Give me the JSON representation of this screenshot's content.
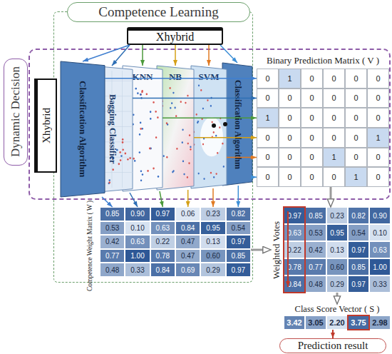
{
  "diagram": {
    "nodes": [
      {
        "text": [
          "Competence Learning"
        ]
      },
      {
        "text": [
          "Dynamic Decision"
        ]
      },
      {
        "text": [
          "Xhybrid"
        ],
        "in": 0
      },
      {
        "text": [
          "Xhybrid"
        ],
        "in": 1
      },
      {
        "text": [
          "Classification Algorithm"
        ],
        "in": 1
      },
      {
        "text": [
          "Bagging Classifier"
        ],
        "in": 1
      },
      {
        "text": [
          "KNN"
        ],
        "in": 1
      },
      {
        "text": [
          "NB"
        ],
        "in": 1
      },
      {
        "text": [
          "SVM"
        ],
        "in": 1
      },
      {
        "text": [
          "Classification Algorithm"
        ],
        "in": 1
      },
      {
        "text": [
          "Binary Prediction Matrix ( V )"
        ],
        "in": 1
      },
      {
        "text": [
          "Competence Weight Matrix ( W )"
        ],
        "in": 0
      },
      {
        "text": [
          "Weighted Votes"
        ]
      },
      {
        "text": [
          "Class Score Vector ( S )"
        ]
      },
      {
        "text": [
          "Prediction result"
        ]
      }
    ],
    "edges": [
      {
        "from": 2,
        "to": 4,
        "arrow": "to"
      },
      {
        "from": 2,
        "to": 5,
        "arrow": "to"
      },
      {
        "from": 2,
        "to": 6,
        "arrow": "to"
      },
      {
        "from": 2,
        "to": 7,
        "arrow": "to"
      },
      {
        "from": 2,
        "to": 8,
        "arrow": "to"
      },
      {
        "from": 2,
        "to": 9,
        "arrow": "to"
      },
      {
        "from": 4,
        "to": 10,
        "arrow": "to"
      },
      {
        "from": 5,
        "to": 10,
        "arrow": "to"
      },
      {
        "from": 6,
        "to": 10,
        "arrow": "to"
      },
      {
        "from": 7,
        "to": 10,
        "arrow": "to"
      },
      {
        "from": 8,
        "to": 10,
        "arrow": "to"
      },
      {
        "from": 9,
        "to": 10,
        "arrow": "to"
      },
      {
        "from": 4,
        "to": 11,
        "arrow": "to"
      },
      {
        "from": 5,
        "to": 11,
        "arrow": "to"
      },
      {
        "from": 6,
        "to": 11,
        "arrow": "to"
      },
      {
        "from": 7,
        "to": 11,
        "arrow": "to"
      },
      {
        "from": 8,
        "to": 11,
        "arrow": "to"
      },
      {
        "from": 9,
        "to": 11,
        "arrow": "to"
      },
      {
        "from": 11,
        "to": 12,
        "arrow": "to"
      },
      {
        "from": 10,
        "to": 12,
        "arrow": "to"
      },
      {
        "from": 12,
        "to": 13,
        "arrow": "to"
      },
      {
        "from": 13,
        "to": 14,
        "arrow": "to"
      }
    ],
    "labels": [
      "0",
      "1",
      "0",
      "0",
      "0",
      "0",
      "0",
      "0",
      "0",
      "0",
      "0",
      "0",
      "1",
      "0",
      "0",
      "0",
      "0",
      "0",
      "0",
      "0",
      "0",
      "0",
      "0",
      "1",
      "0",
      "0",
      "0",
      "1",
      "0",
      "0",
      "0",
      "0",
      "0",
      "0",
      "1",
      "0",
      "0.85",
      "0.90",
      "0.97",
      "0.06",
      "0.23",
      "0.82",
      "0.53",
      "0.10",
      "0.63",
      "0.84",
      "0.95",
      "0.54",
      "0.42",
      "0.63",
      "0.22",
      "0.47",
      "0.13",
      "0.97",
      "0.77",
      "1.00",
      "0.78",
      "0.47",
      "0.60",
      "0.85",
      "0.48",
      "0.33",
      "0.84",
      "0.69",
      "0.29",
      "0.97",
      "0.97",
      "0.85",
      "0.23",
      "0.82",
      "0.90",
      "0.63",
      "0.53",
      "0.95",
      "0.54",
      "0.10",
      "0.22",
      "0.42",
      "0.13",
      "0.97",
      "0.63",
      "0.78",
      "0.77",
      "0.60",
      "0.85",
      "1.00",
      "0.84",
      "0.48",
      "0.29",
      "0.97",
      "0.33",
      "3.42",
      "3.05",
      "2.20",
      "3.75",
      "2.98"
    ]
  }
}
